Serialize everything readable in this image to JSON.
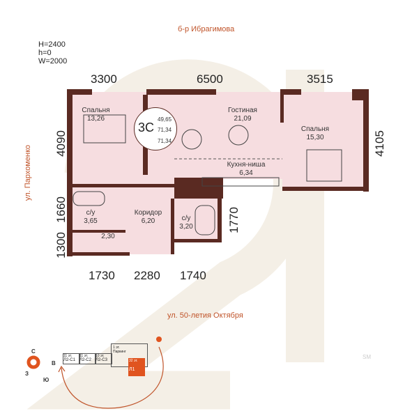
{
  "streets": {
    "top": "б-р Ибрагимова",
    "left": "ул. Пархоменко",
    "bottom": "ул. 50-летия Октября"
  },
  "window_params": [
    "H=2400",
    "h=0",
    "W=2000"
  ],
  "dims": {
    "top": [
      "3300",
      "6500",
      "3515"
    ],
    "left": [
      "4090",
      "1660",
      "1300"
    ],
    "right": [
      "4105",
      "1770"
    ],
    "bottom": [
      "1730",
      "2280",
      "1740"
    ]
  },
  "rooms": [
    {
      "name": "Спальня",
      "area": "13,26"
    },
    {
      "name": "Гостиная",
      "area": "21,09"
    },
    {
      "name": "Спальня",
      "area": "15,30"
    },
    {
      "name": "Кухня-ниша",
      "area": "6,34"
    },
    {
      "name": "с/у",
      "area": "3,65"
    },
    {
      "name": "Коридор",
      "area": "6,20"
    },
    {
      "name": "с/у",
      "area": "3,20"
    },
    {
      "name": "",
      "area": "2,30"
    }
  ],
  "badge": {
    "type": "3С",
    "values": [
      "49,65",
      "71,34",
      "71,34"
    ]
  },
  "site": {
    "compass": [
      "С",
      "В",
      "Ю",
      "З"
    ],
    "blocks": [
      {
        "floors": "11 эт.",
        "name": "Л2-С1"
      },
      {
        "floors": "11 эт.",
        "name": "Л2-С2"
      },
      {
        "floors": "10 эт.",
        "name": "Л2-С3"
      },
      {
        "floors": "1 эт.",
        "name": "Паркинг"
      },
      {
        "floors": "32 эт.",
        "name": "Л1"
      }
    ]
  },
  "watermark": "SM",
  "colors": {
    "wall": "#5a2a22",
    "floor": "#f6dde0",
    "accent": "#e0541f",
    "street": "#c0542a",
    "watermark": "#f4efe6"
  }
}
